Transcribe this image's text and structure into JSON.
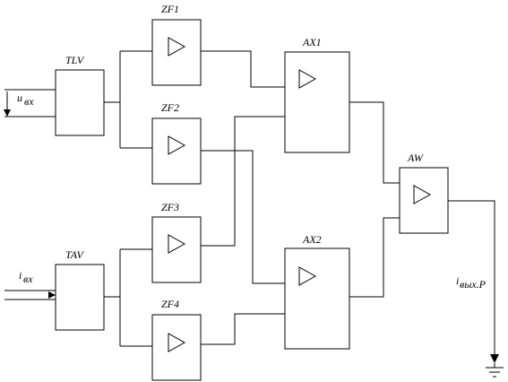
{
  "diagram": {
    "blocks": {
      "tlv": "TLV",
      "tav": "TAV",
      "zf1": "ZF1",
      "zf2": "ZF2",
      "zf3": "ZF3",
      "zf4": "ZF4",
      "ax1": "AX1",
      "ax2": "AX2",
      "aw": "AW"
    },
    "signals": {
      "voltage_input": {
        "main": "u",
        "sub": "вх"
      },
      "current_input": {
        "main": "i",
        "sub": "вх"
      },
      "output": {
        "main": "i",
        "sub": "вых.Р"
      }
    },
    "colors": {
      "line": "#000000",
      "background": "#ffffff"
    }
  }
}
